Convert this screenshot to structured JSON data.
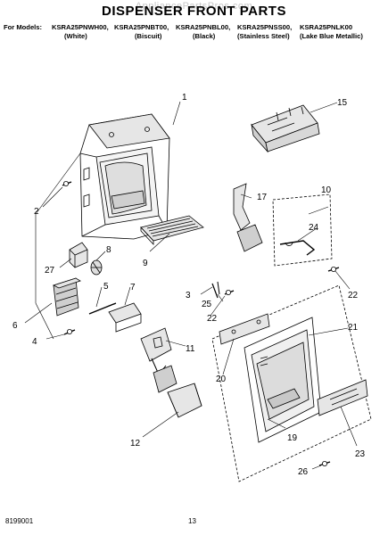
{
  "watermark": "AppliancePartsPros.com",
  "title": "DISPENSER FRONT PARTS",
  "models": {
    "prefix": "For Models:",
    "list": [
      "KSRA25PNWH00,",
      "KSRA25PNBT00,",
      "KSRA25PNBL00,",
      "KSRA25PNSS00,",
      "KSRA25PNLK00"
    ],
    "finishes": [
      "(White)",
      "(Biscuit)",
      "(Black)",
      "(Stainless Steel)",
      "(Lake Blue Metallic)"
    ]
  },
  "callouts": [
    "1",
    "2",
    "3",
    "4",
    "5",
    "6",
    "7",
    "8",
    "9",
    "10",
    "11",
    "12",
    "15",
    "17",
    "19",
    "20",
    "21",
    "22",
    "22",
    "23",
    "24",
    "25",
    "26",
    "27"
  ],
  "footer": {
    "doc_number": "8199001",
    "page_number": "13"
  }
}
